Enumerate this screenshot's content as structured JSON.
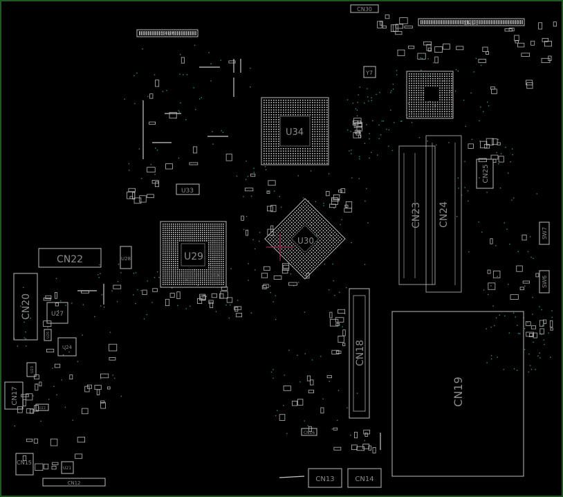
{
  "board": {
    "colors": {
      "background": "#000000",
      "outline": "#1e5a1e",
      "silk": "#bdbdbd",
      "label": "#8a8a8a",
      "via": "#2f8f8f",
      "marker": "#c0306a"
    },
    "labels": {
      "cn30": "CN30",
      "cn28": "CN28",
      "cn27": "CN27",
      "u34": "U34",
      "y7": "Y7",
      "u33": "U33",
      "u30": "U30",
      "cn22": "CN22",
      "u29": "U29",
      "u28": "U28",
      "cn23": "CN23",
      "cn24": "CN24",
      "cn25": "CN25",
      "sw7": "SW7",
      "sw6": "SW6",
      "cn20": "CN20",
      "u27": "U27",
      "u26": "U26",
      "u24": "U24",
      "cn18": "CN18",
      "cn19": "CN19",
      "cn17": "CN17",
      "u23": "U23",
      "u22": "U22",
      "cn16": "CN16",
      "cn15": "CN15",
      "u21": "U21",
      "cn12": "CN12",
      "cn13": "CN13",
      "cn14": "CN14"
    }
  }
}
